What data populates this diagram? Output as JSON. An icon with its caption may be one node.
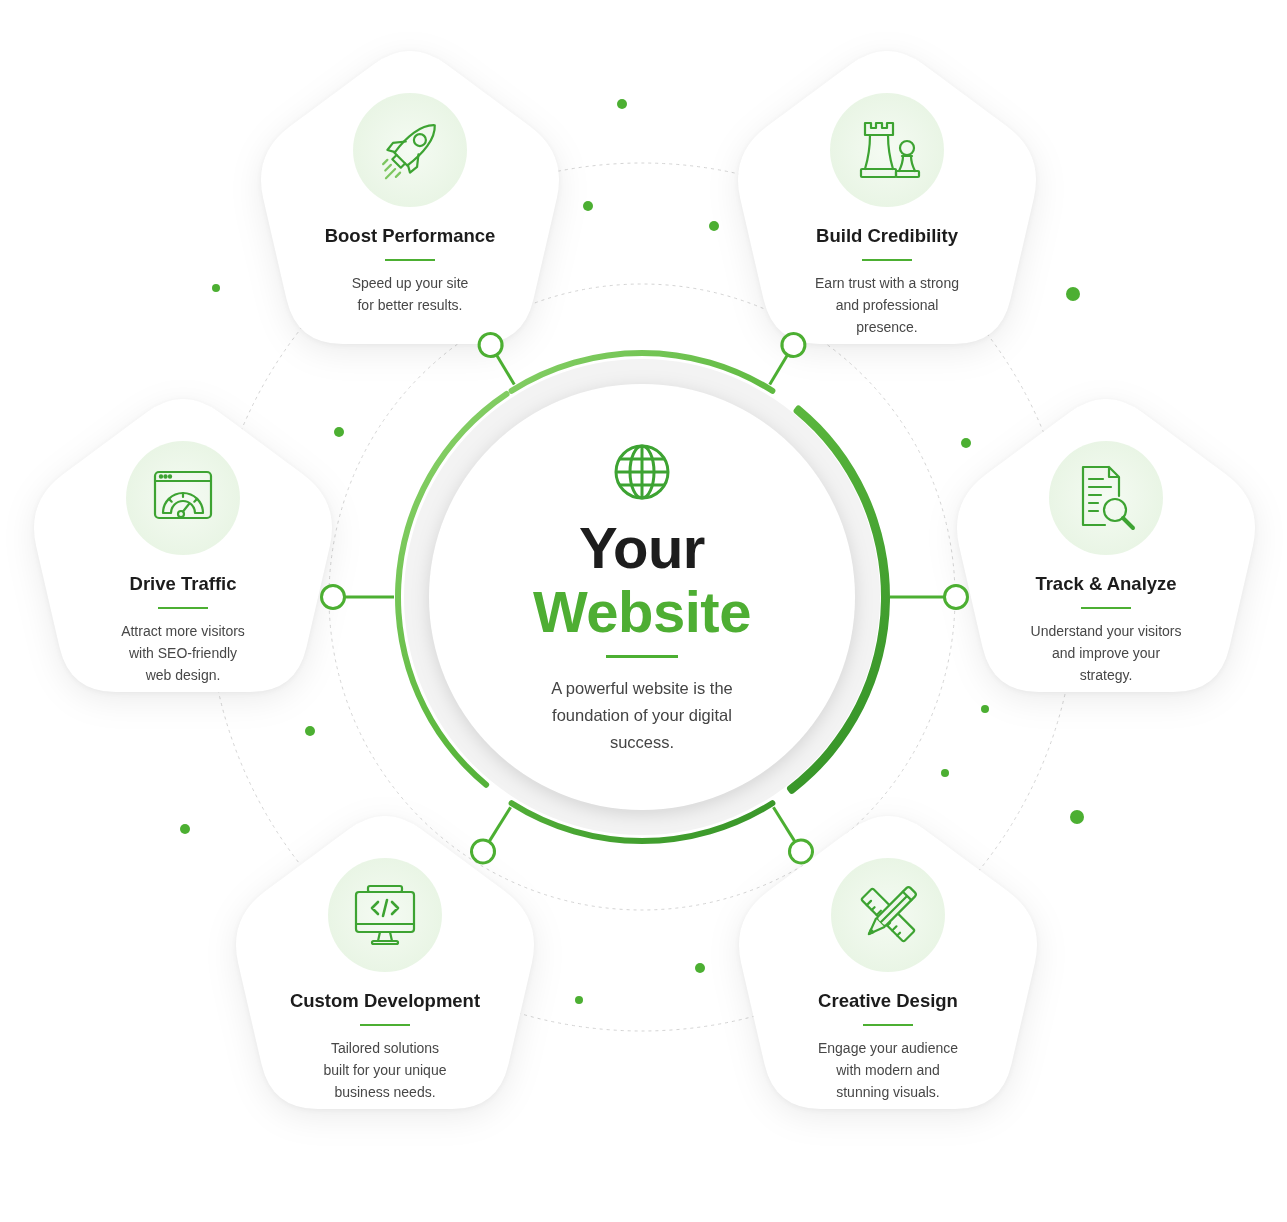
{
  "diagram": {
    "nodes": [
      {
        "text": [
          "Your Website",
          "A powerful website is the foundation of your digital success."
        ]
      },
      {
        "text": [
          "Boost Performance",
          "Speed up your site for better results."
        ]
      },
      {
        "text": [
          "Build Credibility",
          "Earn trust with a strong and professional presence."
        ]
      },
      {
        "text": [
          "Drive Traffic",
          "Attract more visitors with SEO-friendly web design."
        ]
      },
      {
        "text": [
          "Track & Analyze",
          "Understand your visitors and improve your strategy."
        ]
      },
      {
        "text": [
          "Custom Development",
          "Tailored solutions built for your unique business needs."
        ]
      },
      {
        "text": [
          "Creative Design",
          "Engage your audience with modern and stunning visuals."
        ]
      }
    ],
    "edges": [
      {
        "from": 0,
        "to": 1,
        "arrow": "other"
      },
      {
        "from": 0,
        "to": 2,
        "arrow": "other"
      },
      {
        "from": 0,
        "to": 3,
        "arrow": "other"
      },
      {
        "from": 0,
        "to": 4,
        "arrow": "other"
      },
      {
        "from": 0,
        "to": 5,
        "arrow": "other"
      },
      {
        "from": 0,
        "to": 6,
        "arrow": "other"
      }
    ]
  }
}
